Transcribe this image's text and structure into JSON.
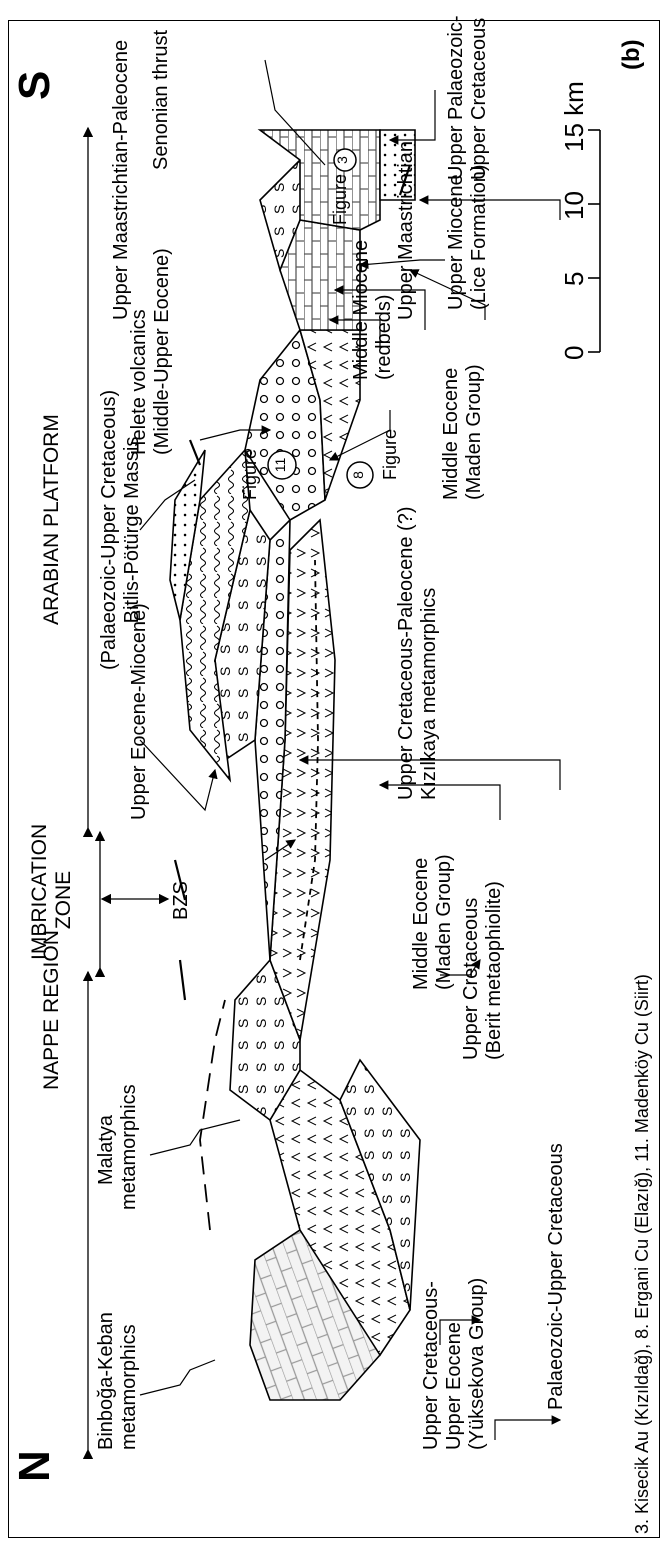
{
  "panel_label": "(b)",
  "orientation": {
    "north": "N",
    "south": "S"
  },
  "zones": {
    "nappe": "NAPPE REGION",
    "imbrication_line1": "IMBRICATION",
    "imbrication_line2": "ZONE",
    "arabian": "ARABIAN PLATFORM"
  },
  "bzs": "BZS",
  "units": {
    "binboga_1": "Binboğa-Keban",
    "binboga_2": "metamorphics",
    "malatya_1": "Malatya",
    "malatya_2": "metamorphics",
    "upper_eocene_miocene": "Upper Eocene-Miocene)",
    "bitlis_1": "(Palaeozoic-Upper Cretaceous)",
    "bitlis_2": "Bitlis-Pötürge Massis",
    "helete_1": "Helete volcanics",
    "helete_2": "(Middle-Upper  Eocene)",
    "upper_maas_paleocene": "Upper Maastrichtian-Paleocene",
    "senonian": "Senonian thrust",
    "yuksekova_1": "Upper Cretaceous-",
    "yuksekova_2": "Upper Eocene",
    "yuksekova_3": "(Yüksekova Group)",
    "palaeozoic_uc": "Palaeozoic-Upper Cretaceous",
    "berit_1": "Upper Cretaceous",
    "berit_2": "(Berit metaophiolite)",
    "maden1_1": "Middle Eocene",
    "maden1_2": "(Maden Group)",
    "kizilkaya_1": "Upper Cretaceous-Paleocene (?)",
    "kizilkaya_2": "Kızılkaya metamorphics",
    "maden2_1": "Middle Eocene",
    "maden2_2": "(Maden Group)",
    "redbeds_1": "Middle Miocene",
    "redbeds_2": "(redbeds)",
    "lice_1": "Upper Miocene",
    "lice_2": "(Lice Formation)",
    "upper_maas": "Upper Maastrichtian",
    "upper_pal_1": "Upper Palaeozoic-",
    "upper_pal_2": "Upper Cretaceous"
  },
  "figure_refs": [
    {
      "number": "3",
      "label": "Figure"
    },
    {
      "number": "8",
      "label": "Figure"
    },
    {
      "number": "11",
      "label": "Figure"
    }
  ],
  "scale": {
    "ticks": [
      "0",
      "5",
      "10",
      "15 km"
    ]
  },
  "caption": "3. Kisecik Au (Kızıldağ), 8. Ergani Cu (Elazığ), 11. Madenköy Cu (Siirt)"
}
